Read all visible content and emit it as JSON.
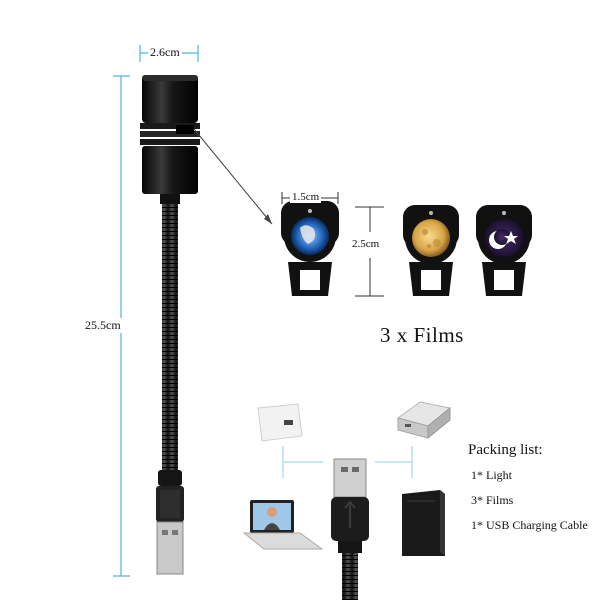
{
  "dimensions": {
    "head_width": "2.6cm",
    "total_length": "25.5cm",
    "film_width": "1.5cm",
    "film_height": "2.5cm"
  },
  "films": {
    "title": "3 x Films",
    "items": [
      {
        "name": "earth-film"
      },
      {
        "name": "moon-film"
      },
      {
        "name": "moon-star-film"
      }
    ]
  },
  "packing": {
    "title": "Packing list:",
    "items": [
      "1* Light",
      "3* Films",
      "1* USB Charging Cable"
    ]
  },
  "colors": {
    "dimension_line": "#4fb3d9",
    "connector_line": "#a8dcf0",
    "product_black": "#111111"
  }
}
